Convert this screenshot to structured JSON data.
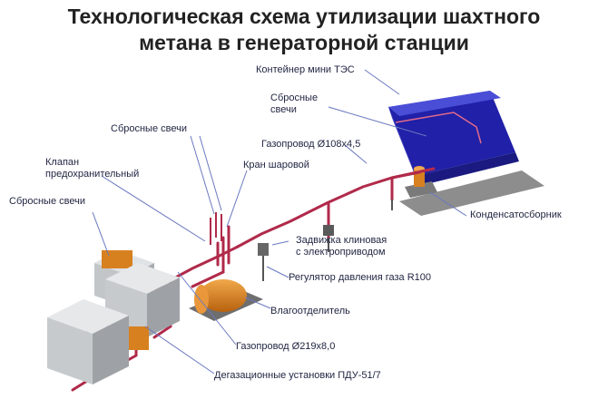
{
  "title": {
    "line1": "Технологическая схема утилизации шахтного",
    "line2": "метана в генераторной станции"
  },
  "labels": {
    "container": "Контейнер мини ТЭС",
    "vents_right": [
      "Сбросные",
      "свечи"
    ],
    "vents_top": "Сбросные свечи",
    "pipeline_108": "Газопровод Ø108х4,5",
    "safety_valve": [
      "Клапан",
      "предохранительный"
    ],
    "ball_valve": "Кран шаровой",
    "vents_left": "Сбросные свечи",
    "condensate": "Конденсатосборник",
    "gate_valve": [
      "Задвижка клиновая",
      "с электроприводом"
    ],
    "regulator": "Регулятор давления газа R100",
    "separator": "Влагоотделитель",
    "pipeline_219": "Газопровод Ø219х8,0",
    "degas_units": "Дегазационные установки ПДУ-51/7"
  },
  "colors": {
    "container_top": "#2c2fa0",
    "container_front": "#2020a8",
    "pipe": "#b02a4a",
    "separator": "#d7801f",
    "unit": "#c3c6c9",
    "leader": "#6a78c0"
  }
}
